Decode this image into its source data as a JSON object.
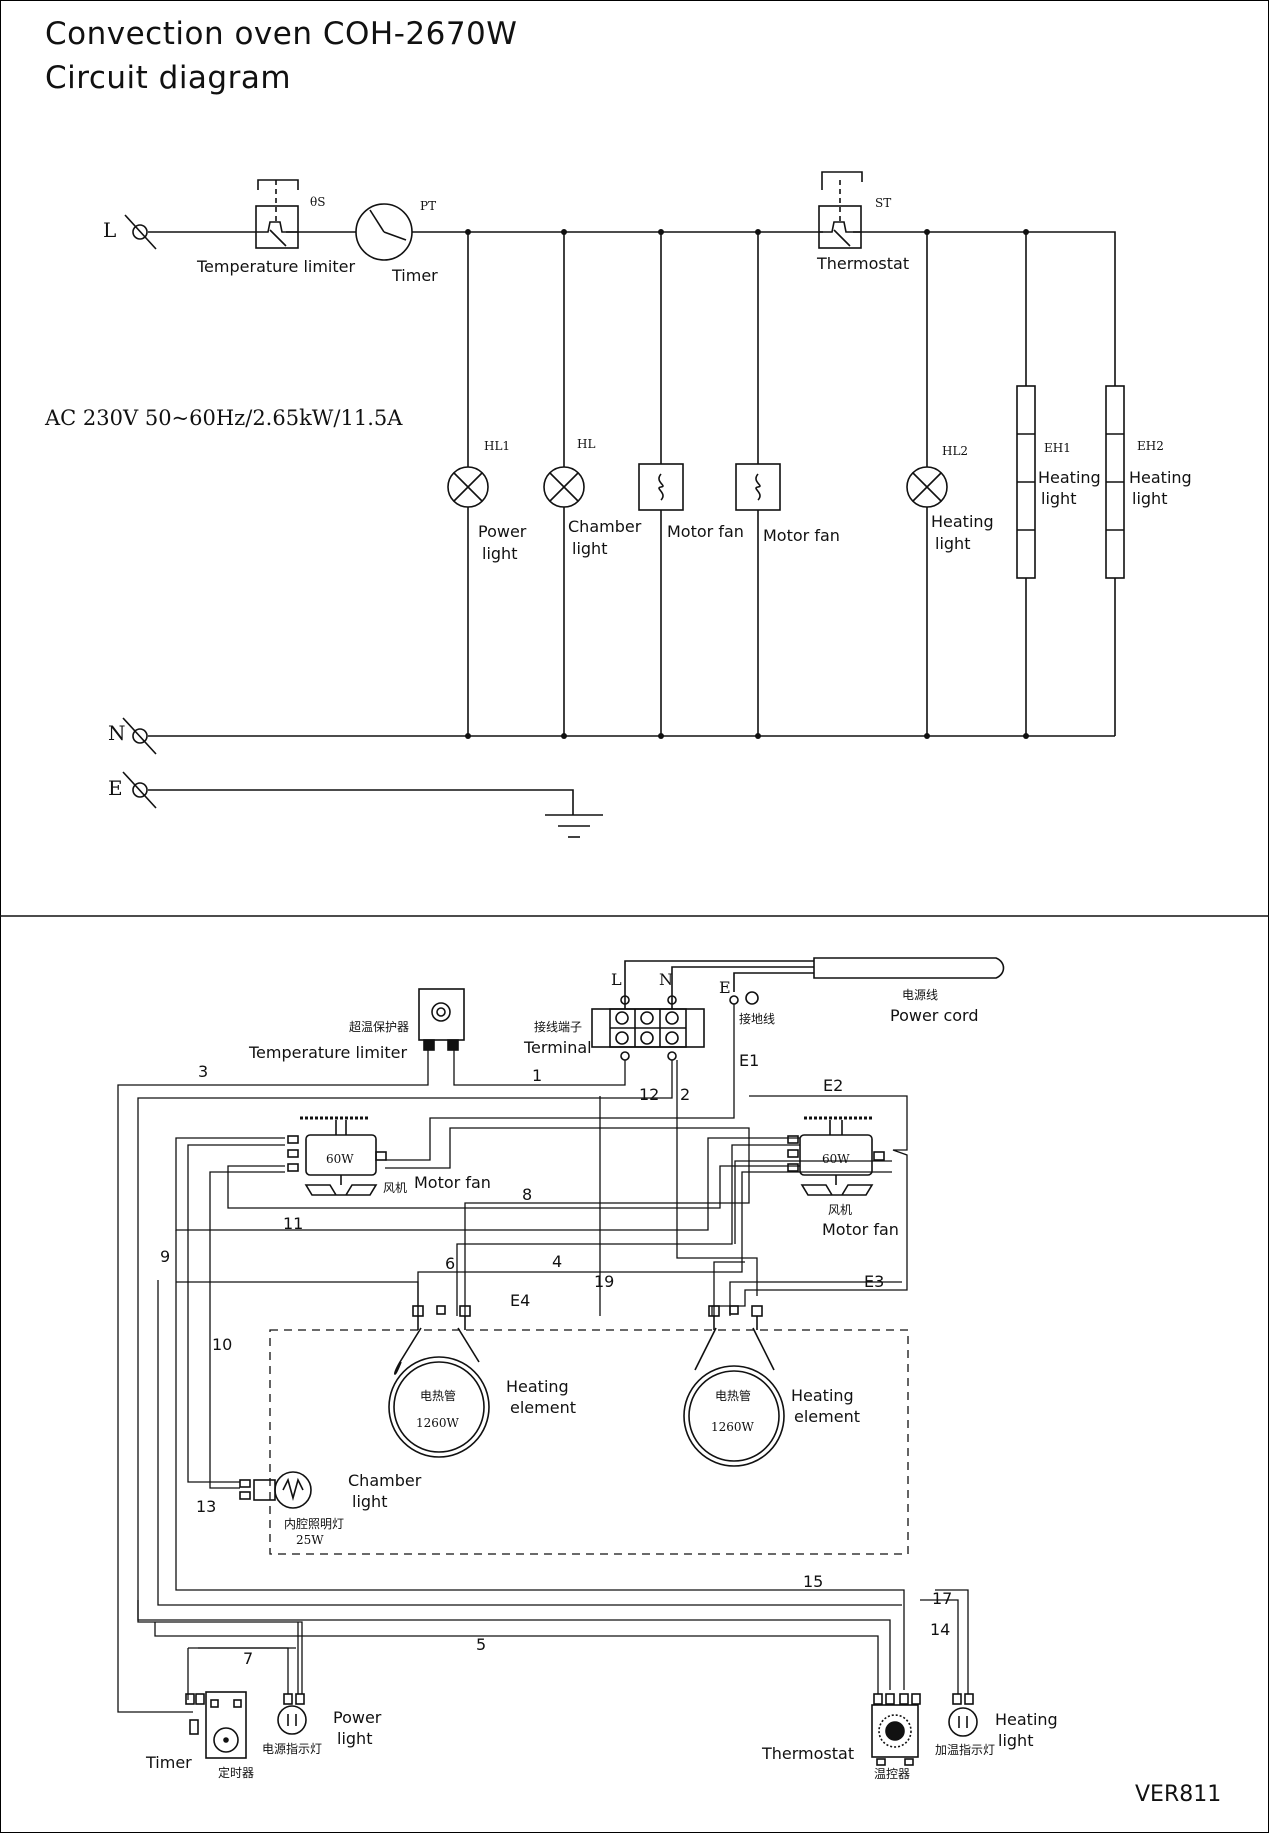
{
  "title": "Convection oven COH-2670W",
  "subtitle": "Circuit diagram",
  "rating": "AC 230V 50~60Hz/2.65kW/11.5A",
  "version": "VER811",
  "schematic": {
    "terminals": {
      "L": "L",
      "N": "N",
      "E": "E"
    },
    "theta_s": "θS",
    "pt": "PT",
    "st": "ST",
    "temp_limiter": "Temperature limiter",
    "timer": "Timer",
    "thermostat": "Thermostat",
    "hl1": "HL1",
    "hl": "HL",
    "hl2": "HL2",
    "eh1": "EH1",
    "eh2": "EH2",
    "power_light_1": "Power",
    "power_light_2": "light",
    "chamber_light_1": "Chamber",
    "chamber_light_2": "light",
    "motor_fan": "Motor fan",
    "heating_light_1": "Heating",
    "heating_light_2": "light"
  },
  "wiring": {
    "limiter_cn": "超温保护器",
    "limiter_en": "Temperature limiter",
    "terminal_cn": "接线端子",
    "terminal_en": "Terminal",
    "power_cord_cn": "电源线",
    "power_cord_en": "Power cord",
    "ground_cn": "接地线",
    "term_L": "L",
    "term_N": "N",
    "term_E": "E",
    "fan_power": "60W",
    "fan_cn": "风机",
    "fan_en": "Motor fan",
    "element_cn": "电热管",
    "element_power": "1260W",
    "element_en_1": "Heating",
    "element_en_2": "element",
    "chamber_en_1": "Chamber",
    "chamber_en_2": "light",
    "chamber_cn": "内腔照明灯",
    "chamber_power": "25W",
    "timer_en": "Timer",
    "timer_cn": "定时器",
    "power_light_cn": "电源指示灯",
    "power_light_en_1": "Power",
    "power_light_en_2": "light",
    "thermostat_en": "Thermostat",
    "thermostat_cn": "温控器",
    "heat_light_cn": "加温指示灯",
    "heat_light_en_1": "Heating",
    "heat_light_en_2": "light",
    "wire_numbers": {
      "w1": "1",
      "w2": "2",
      "w3": "3",
      "w4": "4",
      "w5": "5",
      "w6": "6",
      "w7": "7",
      "w8": "8",
      "w9": "9",
      "w10": "10",
      "w11": "11",
      "w12": "12",
      "w13": "13",
      "w14": "14",
      "w15": "15",
      "w17": "17",
      "w19": "19",
      "e1": "E1",
      "e2": "E2",
      "e3": "E3",
      "e4": "E4"
    }
  }
}
